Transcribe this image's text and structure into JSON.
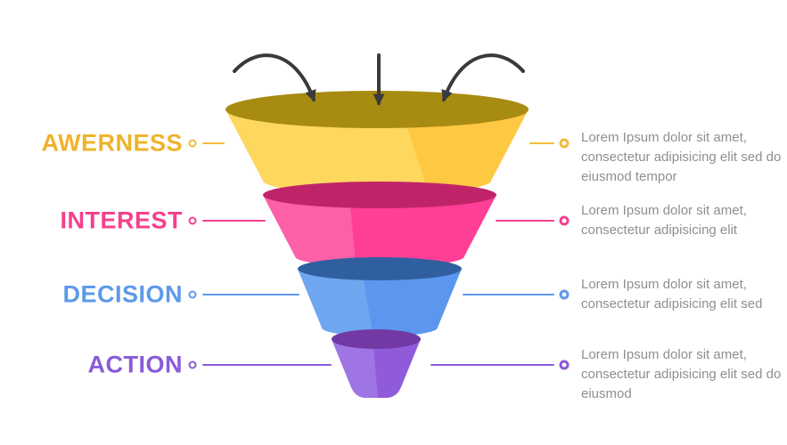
{
  "background": "#FFFFFF",
  "description_text_color": "#8F8F8F",
  "arrows": {
    "color": "#3A3A3C",
    "items": [
      "inflow-arrow-left",
      "inflow-arrow-center",
      "inflow-arrow-right"
    ]
  },
  "stages": [
    {
      "label": "AWERNESS",
      "description": "Lorem Ipsum dolor sit amet, consectetur adipisicing elit sed do eiusmod tempor",
      "colors": {
        "label": "#EFB32B",
        "line": "#F2BC39",
        "top": "#A88B11",
        "body": "#FFC843",
        "body_light": "#FED75E"
      }
    },
    {
      "label": "INTEREST",
      "description": "Lorem Ipsum dolor sit amet, consectetur adipisicing elit",
      "colors": {
        "label": "#F5408D",
        "line": "#F5408D",
        "top": "#C02468",
        "body": "#FF3F96",
        "body_light": "#FC60A6"
      }
    },
    {
      "label": "DECISION",
      "description": "Lorem Ipsum dolor sit amet, consectetur adipisicing elit sed",
      "colors": {
        "label": "#5D99E8",
        "line": "#5D99E8",
        "top": "#2F5F9F",
        "body": "#5B97EE",
        "body_light": "#6FA6F0"
      }
    },
    {
      "label": "ACTION",
      "description": "Lorem Ipsum dolor sit amet, consectetur adipisicing elit sed do eiusmod",
      "colors": {
        "label": "#8A5BD8",
        "line": "#8A5BD8",
        "top": "#7239A4",
        "body": "#8F5BDB",
        "body_light": "#9F74E3"
      }
    }
  ]
}
